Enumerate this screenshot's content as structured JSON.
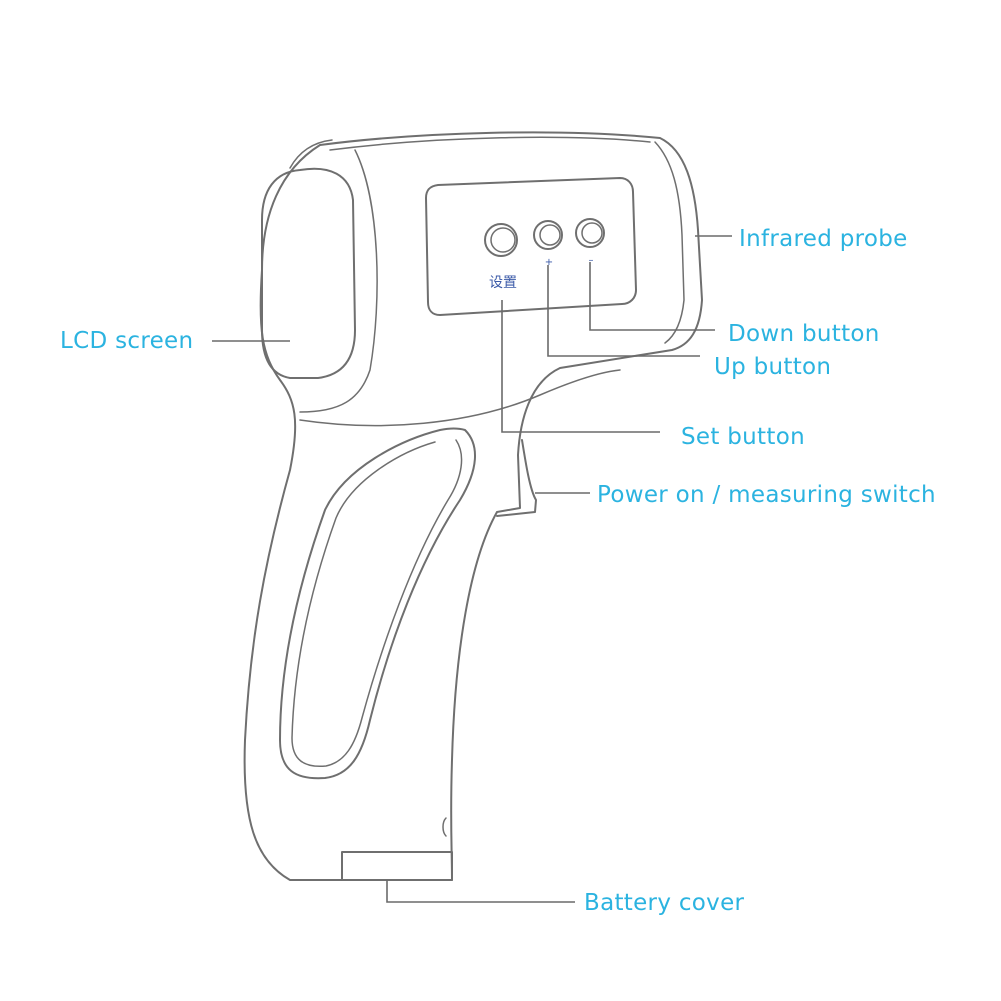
{
  "colors": {
    "label": "#2bb3e0",
    "outline": "#6f6f6f",
    "button_caption": "#3b5aa8"
  },
  "labels": {
    "infrared_probe": "Infrared probe",
    "lcd_screen": "LCD screen",
    "down_button": "Down button",
    "up_button": "Up button",
    "set_button": "Set button",
    "power_switch": "Power on / measuring switch",
    "battery_cover": "Battery cover"
  },
  "device": {
    "set_button_caption": "设置",
    "up_button_mark": "+",
    "down_button_mark": "–"
  }
}
